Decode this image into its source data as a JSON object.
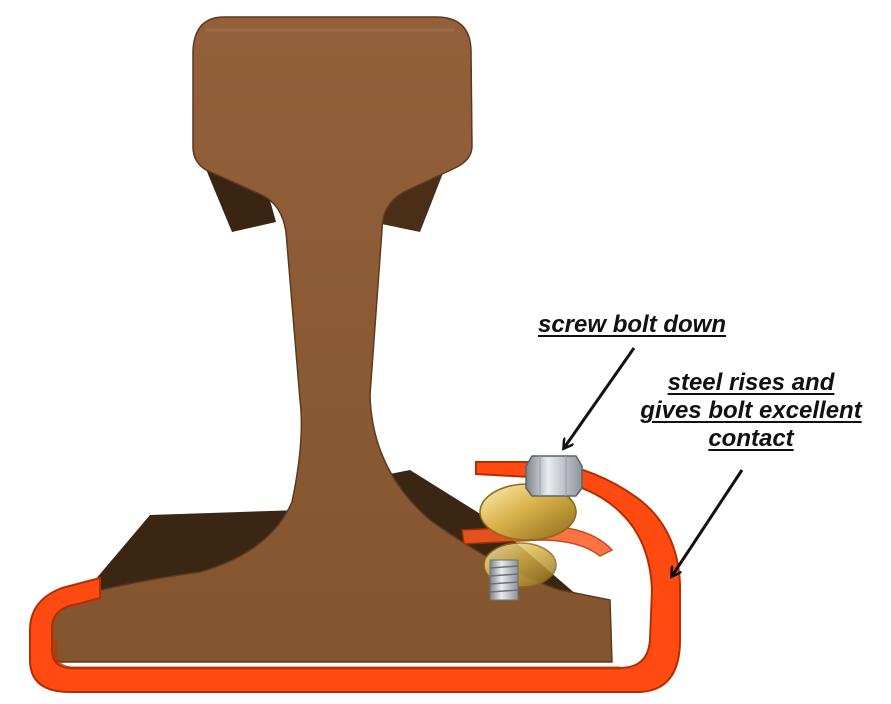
{
  "diagram": {
    "annotations": {
      "screw_label": "screw bolt down",
      "steel_label_line1": "steel rises and",
      "steel_label_line2": "gives bolt excellent",
      "steel_label_line3": "contact"
    },
    "colors": {
      "rail_face": "#8a5a34",
      "rail_shadow": "#3a2412",
      "clip_orange": "#ff4a12",
      "clip_dark": "#c23300",
      "washer_gold": "#d9b24a",
      "bolt_steel": "#b8bcc4",
      "arrow": "#111111"
    }
  }
}
